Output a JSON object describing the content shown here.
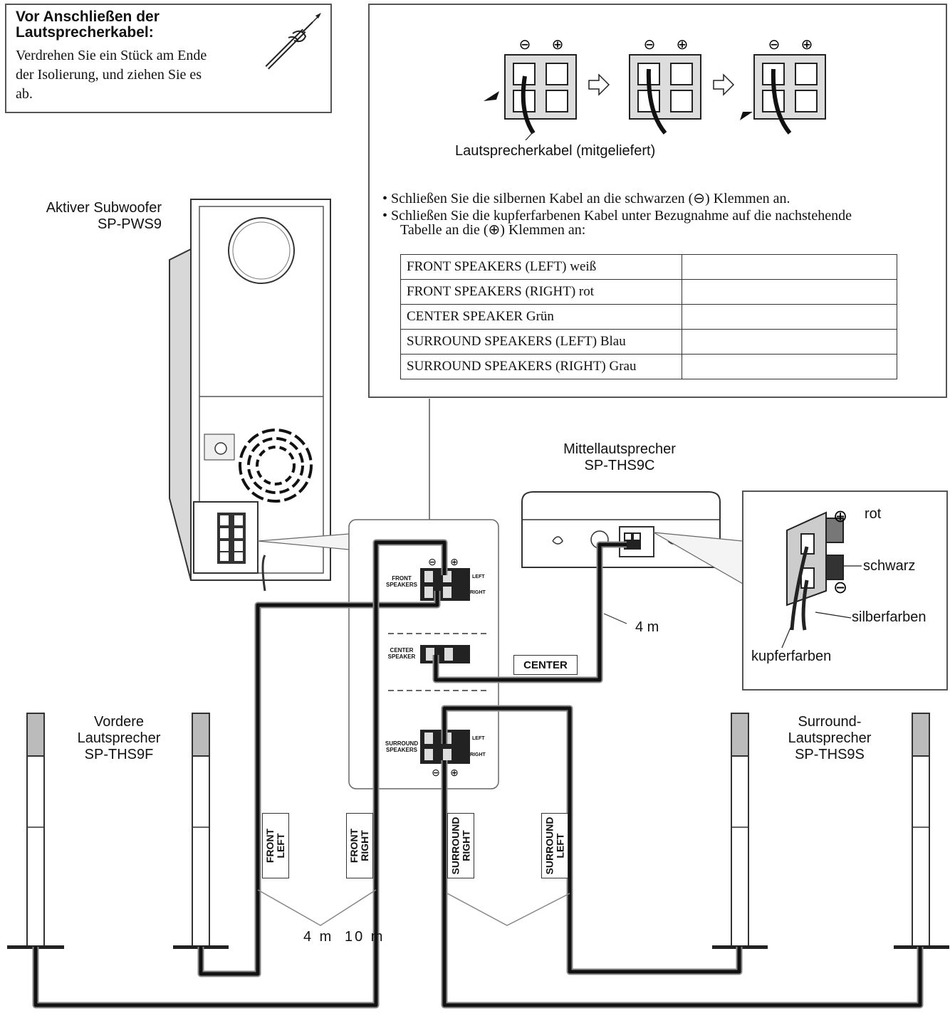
{
  "prep_note": {
    "heading_line1": "Vor Anschließen der",
    "heading_line2": "Lautsprecherkabel:",
    "body_line1": "Verdrehen Sie ein Stück am Ende",
    "body_line2": "der Isolierung, und ziehen Sie es",
    "body_line3": "ab."
  },
  "instructions": {
    "cable_caption": "Lautsprecherkabel (mitgeliefert)",
    "minus_symbol": "⊖",
    "plus_symbol": "⊕",
    "bullet1": "•  Schließen Sie die silbernen Kabel an die schwarzen (⊖) Klemmen an.",
    "bullet2_line1": "• Schließen Sie die kupferfarbenen Kabel unter Bezugnahme auf die nachstehende",
    "bullet2_line2": "Tabelle an die (⊕) Klemmen an:",
    "color_table": [
      "FRONT SPEAKERS (LEFT) weiß",
      "FRONT SPEAKERS (RIGHT) rot",
      "CENTER SPEAKER Grün",
      "SURROUND SPEAKERS (LEFT) Blau",
      "SURROUND SPEAKERS (RIGHT) Grau"
    ]
  },
  "subwoofer": {
    "line1": "Aktiver Subwoofer",
    "line2": "SP-PWS9"
  },
  "center_speaker": {
    "line1": "Mittellautsprecher",
    "line2": "SP-THS9C"
  },
  "front_speakers": {
    "line1": "Vordere",
    "line2": "Lautsprecher",
    "line3": "SP-THS9F"
  },
  "surround_speakers": {
    "line1": "Surround-",
    "line2": "Lautsprecher",
    "line3": "SP-THS9S"
  },
  "terminal_detail": {
    "rot": "rot",
    "schwarz": "schwarz",
    "silberfarben": "silberfarben",
    "kupferfarben": "kupferfarben"
  },
  "terminal_panel": {
    "front_speakers": "FRONT\nSPEAKERS",
    "center_speaker": "CENTER\nSPEAKER",
    "surround_speakers": "SURROUND\nSPEAKERS",
    "left": "LEFT",
    "right": "RIGHT"
  },
  "cable_tags": {
    "center": "CENTER",
    "front_left": "FRONT\nLEFT",
    "front_right": "FRONT\nRIGHT",
    "surround_right": "SURROUND\nRIGHT",
    "surround_left": "SURROUND\nLEFT"
  },
  "lengths": {
    "center": "4 m",
    "front_left": "4 m",
    "front_right": "10 m"
  }
}
